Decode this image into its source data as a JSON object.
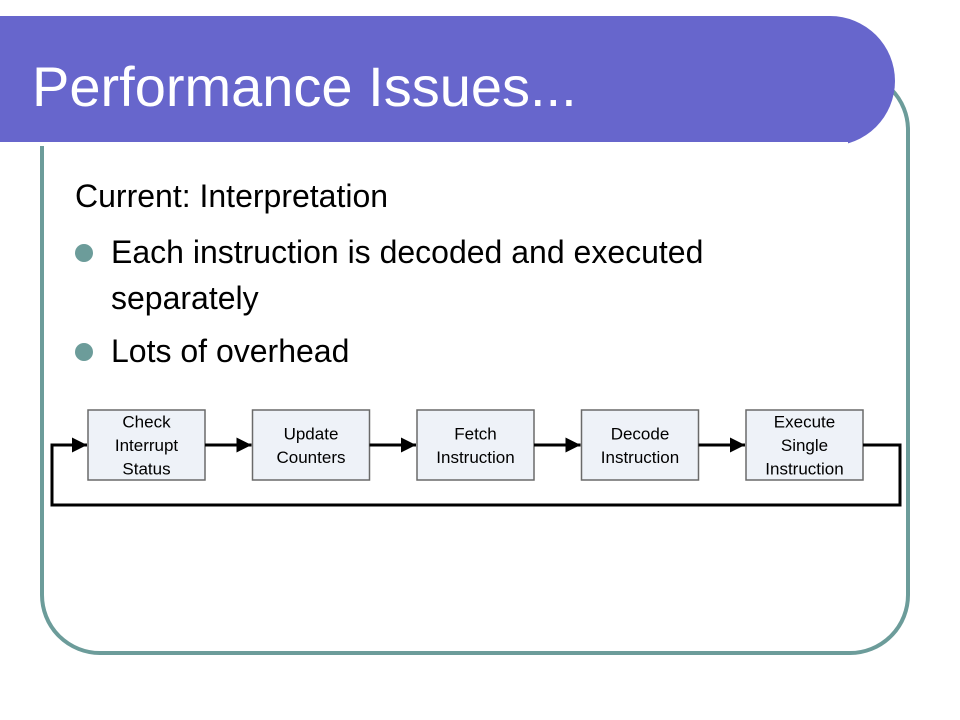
{
  "slide": {
    "title": "Performance Issues...",
    "subheading": "Current: Interpretation",
    "bullets": [
      "Each instruction is decoded and executed separately",
      "Lots of overhead"
    ]
  },
  "diagram": {
    "steps": [
      {
        "lines": [
          "Check",
          "Interrupt",
          "Status"
        ]
      },
      {
        "lines": [
          "Update",
          "Counters"
        ]
      },
      {
        "lines": [
          "Fetch",
          "Instruction"
        ]
      },
      {
        "lines": [
          "Decode",
          "Instruction"
        ]
      },
      {
        "lines": [
          "Execute",
          "Single",
          "Instruction"
        ]
      }
    ],
    "loop_back": true
  },
  "colors": {
    "title_bar": "#6766cc",
    "frame": "#6c9c9a",
    "bullet": "#6c9c9a",
    "box_fill": "#eef2f8",
    "box_border": "#6a6a6a",
    "arrow": "#000000"
  }
}
